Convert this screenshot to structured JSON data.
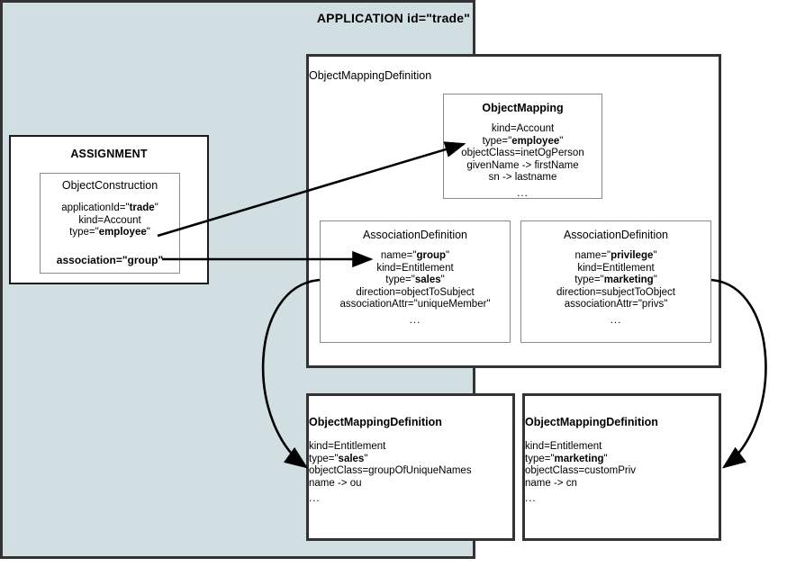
{
  "application": {
    "title": "APPLICATION id=\"trade\"",
    "bg_color": "#d2dfe2",
    "border_color": "#333333"
  },
  "assignment": {
    "title": "ASSIGNMENT",
    "object_construction": {
      "title": "ObjectConstruction",
      "lines": [
        "applicationId=\"trade\"",
        "kind=Account",
        "type=\"employee\""
      ],
      "bold_values": [
        "trade",
        "employee"
      ]
    },
    "association_row": "association=\"group\""
  },
  "object_mapping_definition_top": {
    "title": "ObjectMappingDefinition",
    "object_mapping": {
      "title": "ObjectMapping",
      "lines": [
        "kind=Account",
        "type=\"employee\"",
        "objectClass=inetOgPerson",
        "givenName -> firstName",
        "sn -> lastname"
      ],
      "ellipsis": "..."
    },
    "association_definition_left": {
      "title": "AssociationDefinition",
      "lines": [
        "name=\"group\"",
        "kind=Entitlement",
        "type=\"sales\"",
        "direction=objectToSubject",
        "associationAttr=\"uniqueMember\""
      ],
      "ellipsis": "..."
    },
    "association_definition_right": {
      "title": "AssociationDefinition",
      "lines": [
        "name=\"privilege\"",
        "kind=Entitlement",
        "type=\"marketing\"",
        "direction=subjectToObject",
        "associationAttr=\"privs\""
      ],
      "ellipsis": "..."
    }
  },
  "object_mapping_definition_bottom_left": {
    "title": "ObjectMappingDefinition",
    "lines": [
      "kind=Entitlement",
      "type=\"sales\"",
      "objectClass=groupOfUniqueNames",
      "name -> ou"
    ],
    "ellipsis": "..."
  },
  "object_mapping_definition_bottom_right": {
    "title": "ObjectMappingDefinition",
    "lines": [
      "kind=Entitlement",
      "type=\"marketing\"",
      "objectClass=customPriv",
      "name -> cn"
    ],
    "ellipsis": "..."
  },
  "connectors": [
    {
      "name": "object-construction-to-object-mapping",
      "style": "straight-arrow"
    },
    {
      "name": "association-to-association-definition",
      "style": "straight-arrow"
    },
    {
      "name": "association-definition-left-to-omd-bottom-left",
      "style": "curved-arrow"
    },
    {
      "name": "association-definition-right-to-omd-bottom-right",
      "style": "curved-arrow"
    }
  ]
}
